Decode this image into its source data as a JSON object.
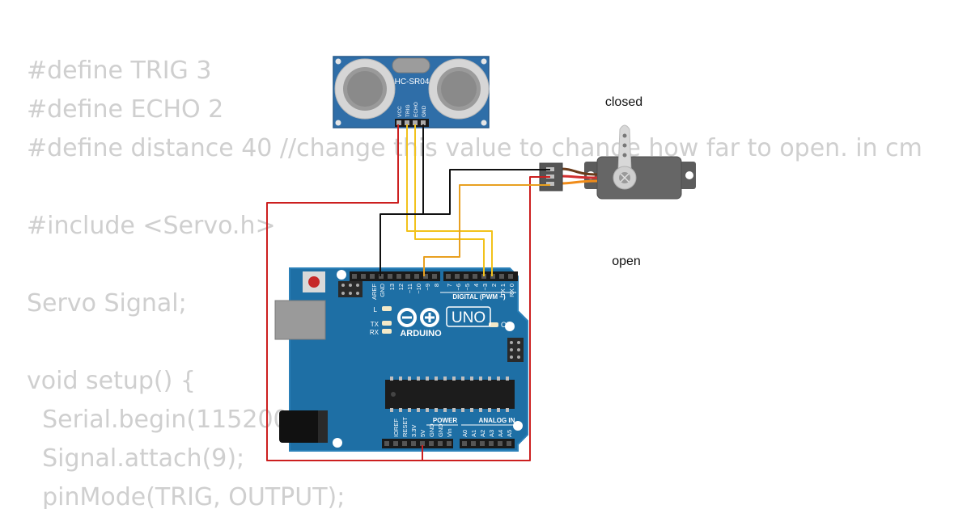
{
  "code_lines": [
    "#define TRIG 3",
    "#define ECHO 2",
    "#define distance 40 //change this value to change how far to open. in cm",
    "",
    "#include <Servo.h>",
    "",
    "Servo Signal;",
    "",
    "void setup() {",
    "  Serial.begin(115200);",
    "  Signal.attach(9);",
    "  pinMode(TRIG, OUTPUT);"
  ],
  "sensor": {
    "model": "HC-SR04",
    "pins": [
      "VCC",
      "TRIG",
      "ECHO",
      "GND"
    ]
  },
  "servo": {
    "label_closed": "closed",
    "label_open": "open"
  },
  "arduino": {
    "brand": "ARDUINO",
    "model": "UNO",
    "on_label": "ON",
    "digital_label": "DIGITAL (PWM ~)",
    "power_label": "POWER",
    "analog_label": "ANALOG IN",
    "led_l": "L",
    "led_tx": "TX",
    "led_rx": "RX",
    "digital_pins": [
      "AREF",
      "GND",
      "13",
      "12",
      "~11",
      "~10",
      "~9",
      "8",
      "7",
      "~6",
      "~5",
      "4",
      "~3",
      "2",
      "TX 1",
      "RX 0"
    ],
    "power_pins": [
      "IOREF",
      "RESET",
      "3.3V",
      "5V",
      "GND",
      "GND",
      "Vin"
    ],
    "analog_pins": [
      "A0",
      "A1",
      "A2",
      "A3",
      "A4",
      "A5"
    ]
  },
  "colors": {
    "board": "#1e6fa5",
    "board_edge": "#2b80b8",
    "sensor_board": "#2f6ea8",
    "wire_red": "#cc1f1f",
    "wire_black": "#111111",
    "wire_yellow": "#f2c21b",
    "wire_orange": "#e8a020",
    "servo_body": "#5c5c5c",
    "code_text": "#cfcfcf"
  }
}
